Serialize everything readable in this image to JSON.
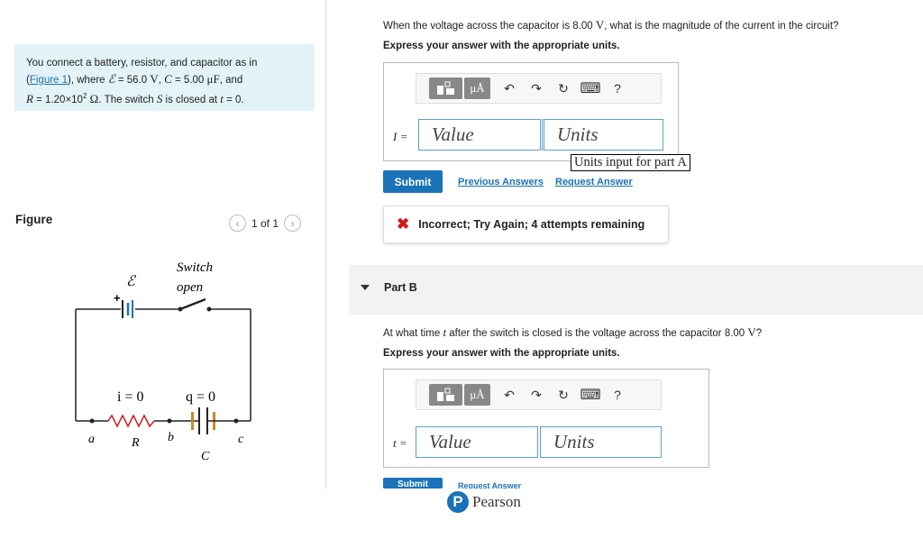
{
  "problem": {
    "pre": "You connect a battery, resistor, and capacitor as in",
    "fig_link": "Figure 1",
    "mid1": "), where ",
    "emf_sym": "ℰ",
    "emf_val": " = 56.0 ",
    "emf_unit": "V",
    "c_sym": "C",
    "c_val": " = 5.00 ",
    "c_unit": "μF",
    "and": ", and",
    "r_sym": "R",
    "r_val": " = 1.20×10",
    "r_exp": "2",
    "r_unit": "Ω",
    "switch_text": ". The switch ",
    "s_sym": "S",
    "closed_text": " is closed at ",
    "t_sym": "t",
    "t_val": " = 0."
  },
  "figure": {
    "label": "Figure",
    "pager_text": "1 of 1",
    "prev_glyph": "‹",
    "next_glyph": "›",
    "emf_label": "ℰ",
    "plus": "+",
    "switch_label": "Switch",
    "open_label": "open",
    "i_label": "i = 0",
    "q_label": "q = 0",
    "a": "a",
    "b": "b",
    "c": "c",
    "R": "R",
    "C": "C"
  },
  "part_a": {
    "question_pre": "When the voltage across the capacitor is 8.00 ",
    "question_unit": "V",
    "question_post": ", what is the magnitude of the current in the circuit?",
    "express": "Express your answer with the appropriate units.",
    "var": "I =",
    "value_placeholder": "Value",
    "units_placeholder": "Units",
    "tooltip": "Units input for part A",
    "submit": "Submit",
    "prev_answers": "Previous Answers",
    "request_answer": "Request Answer",
    "feedback": "Incorrect; Try Again; 4 attempts remaining",
    "feedback_icon": "✖"
  },
  "part_b": {
    "title": "Part B",
    "question_pre": "At what time ",
    "t_sym": "t",
    "question_mid": " after the switch is closed is the voltage across the capacitor 8.00 ",
    "question_unit": "V",
    "question_post": "?",
    "express": "Express your answer with the appropriate units.",
    "var": "t =",
    "value_placeholder": "Value",
    "units_placeholder": "Units",
    "submit": "Submit",
    "request_answer": "Request Answer"
  },
  "toolbar": {
    "units_btn": "μÅ",
    "undo": "↶",
    "redo": "↷",
    "reset": "↻",
    "keyboard": "⌨",
    "help": "?"
  },
  "footer": {
    "brand": "Pearson",
    "logo_letter": "P"
  },
  "colors": {
    "accent": "#1a73b8",
    "problem_bg": "#e3f3f7",
    "error": "#d01a1a"
  }
}
